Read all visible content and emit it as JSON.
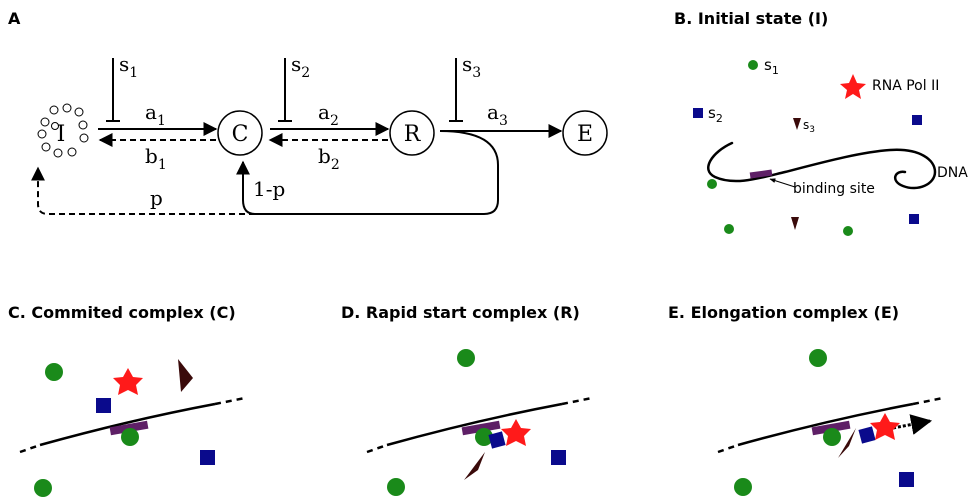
{
  "colors": {
    "ink": "#000000",
    "green": "#1a8a1a",
    "blue": "#0a0a8c",
    "red": "#ff1a1a",
    "purple": "#5e1f66",
    "brown": "#3a0a0a"
  },
  "panels": {
    "a": {
      "label": "A"
    },
    "b": {
      "label": "B. Initial state (I)"
    },
    "c": {
      "label": "C. Commited complex (C)"
    },
    "d": {
      "label": "D. Rapid start complex (R)"
    },
    "e": {
      "label": "E. Elongation complex (E)"
    }
  },
  "scheme": {
    "states": {
      "i": "I",
      "c": "C",
      "r": "R",
      "e": "E"
    },
    "rates": {
      "a1": {
        "base": "a",
        "sub": "1"
      },
      "b1": {
        "base": "b",
        "sub": "1"
      },
      "a2": {
        "base": "a",
        "sub": "2"
      },
      "b2": {
        "base": "b",
        "sub": "2"
      },
      "a3": {
        "base": "a",
        "sub": "3"
      },
      "p": "p",
      "one_minus_p": "1-p"
    },
    "inhibitors": {
      "s1": {
        "base": "s",
        "sub": "1"
      },
      "s2": {
        "base": "s",
        "sub": "2"
      },
      "s3": {
        "base": "s",
        "sub": "3"
      }
    }
  },
  "legend": {
    "s1": {
      "base": "s",
      "sub": "1"
    },
    "s2": {
      "base": "s",
      "sub": "2"
    },
    "s3": {
      "base": "s",
      "sub": "3"
    },
    "rna_pol": "RNA Pol II",
    "dna": "DNA",
    "binding_site": "binding site"
  }
}
